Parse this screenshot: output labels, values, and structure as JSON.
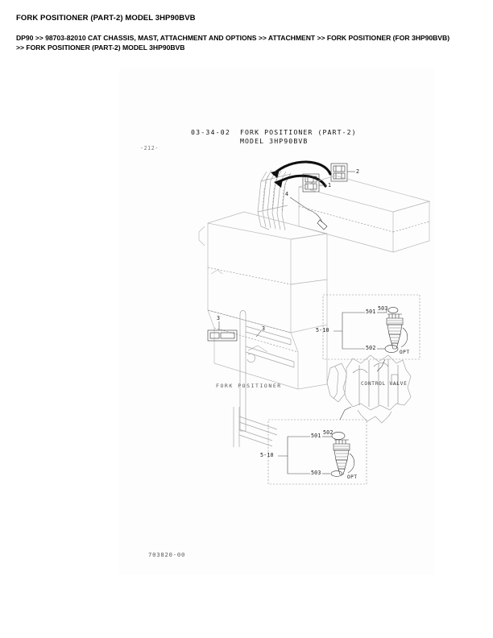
{
  "header": {
    "title": "FORK POSITIONER (PART-2) MODEL 3HP90BVB",
    "breadcrumb_line1": "DP90 >> 98703-82010 CAT CHASSIS, MAST, ATTACHMENT AND OPTIONS >> ATTACHMENT >> FORK POSITIONER (FOR 3HP90BVB)",
    "breadcrumb_line2": ">> FORK POSITIONER (PART-2) MODEL 3HP90BVB"
  },
  "diagram": {
    "section_code": "03-34-02",
    "title_line1": "FORK POSITIONER (PART-2)",
    "title_line2": "MODEL 3HP90BVB",
    "page_marker": "-212-",
    "drawing_number": "703820-00",
    "fork_positioner_label": "FORK POSITIONER",
    "control_valve_label": "CONTROL VALVE",
    "callouts": [
      {
        "ref": "1"
      },
      {
        "ref": "2"
      },
      {
        "ref": "3"
      },
      {
        "ref": "3b"
      },
      {
        "ref": "4"
      }
    ],
    "callout_numbers": {
      "hose_upper": "1",
      "hose_lower": "2",
      "bracket": "3",
      "bracket_mast": "3",
      "cylinder_link": "4"
    },
    "opt_box_upper": {
      "group_ref": "5-10",
      "item_501": "501",
      "item_502": "502",
      "item_503": "503",
      "option_tag": "OPT"
    },
    "opt_box_lower": {
      "group_ref": "5-10",
      "item_501": "501",
      "item_502": "502",
      "item_503": "503",
      "option_tag": "OPT"
    }
  },
  "colors": {
    "text": "#000000",
    "line_dark": "#3a3a3a",
    "line_light": "#b9b9b9",
    "panel_bg": "#fdfdfd",
    "hose_black": "#111111"
  }
}
